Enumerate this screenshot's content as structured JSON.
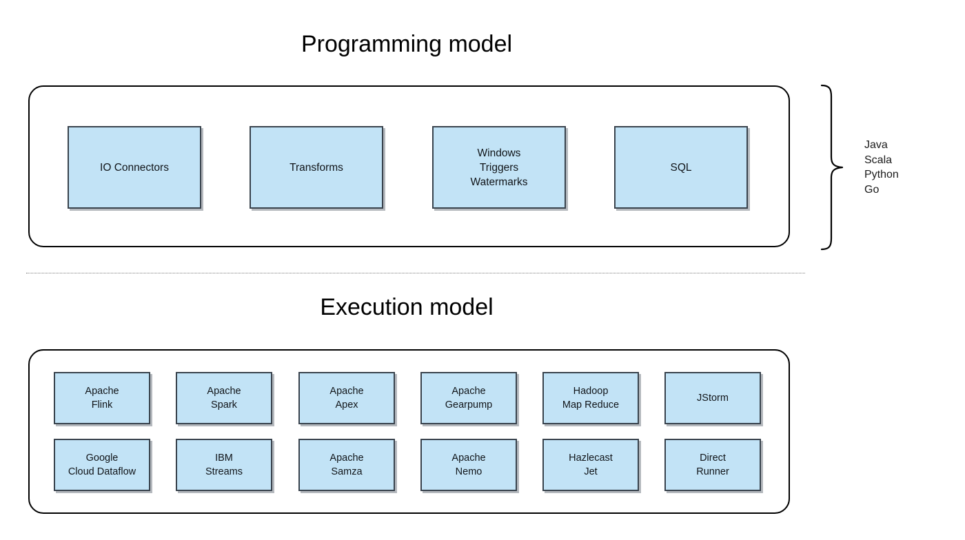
{
  "diagram": {
    "sections": [
      {
        "id": "programming-model",
        "title": "Programming model",
        "boxes": [
          {
            "label": "IO Connectors"
          },
          {
            "label": "Transforms"
          },
          {
            "label": "Windows\nTriggers\nWatermarks"
          },
          {
            "label": "SQL"
          }
        ]
      },
      {
        "id": "execution-model",
        "title": "Execution model",
        "boxes": [
          {
            "label": "Apache\nFlink"
          },
          {
            "label": "Apache\nSpark"
          },
          {
            "label": "Apache\nApex"
          },
          {
            "label": "Apache\nGearpump"
          },
          {
            "label": "Hadoop\nMap Reduce"
          },
          {
            "label": "JStorm"
          },
          {
            "label": "Google\nCloud Dataflow"
          },
          {
            "label": "IBM\nStreams"
          },
          {
            "label": "Apache\nSamza"
          },
          {
            "label": "Apache\nNemo"
          },
          {
            "label": "Hazlecast\nJet"
          },
          {
            "label": "Direct\nRunner"
          }
        ]
      }
    ],
    "sdks": {
      "items": [
        "Java",
        "Scala",
        "Python",
        "Go"
      ]
    },
    "colors": {
      "box_fill": "#c2e3f6",
      "box_border": "#38424c",
      "panel_border": "#000000",
      "divider": "#7a7a7a",
      "text": "#000000",
      "background": "#ffffff"
    }
  }
}
